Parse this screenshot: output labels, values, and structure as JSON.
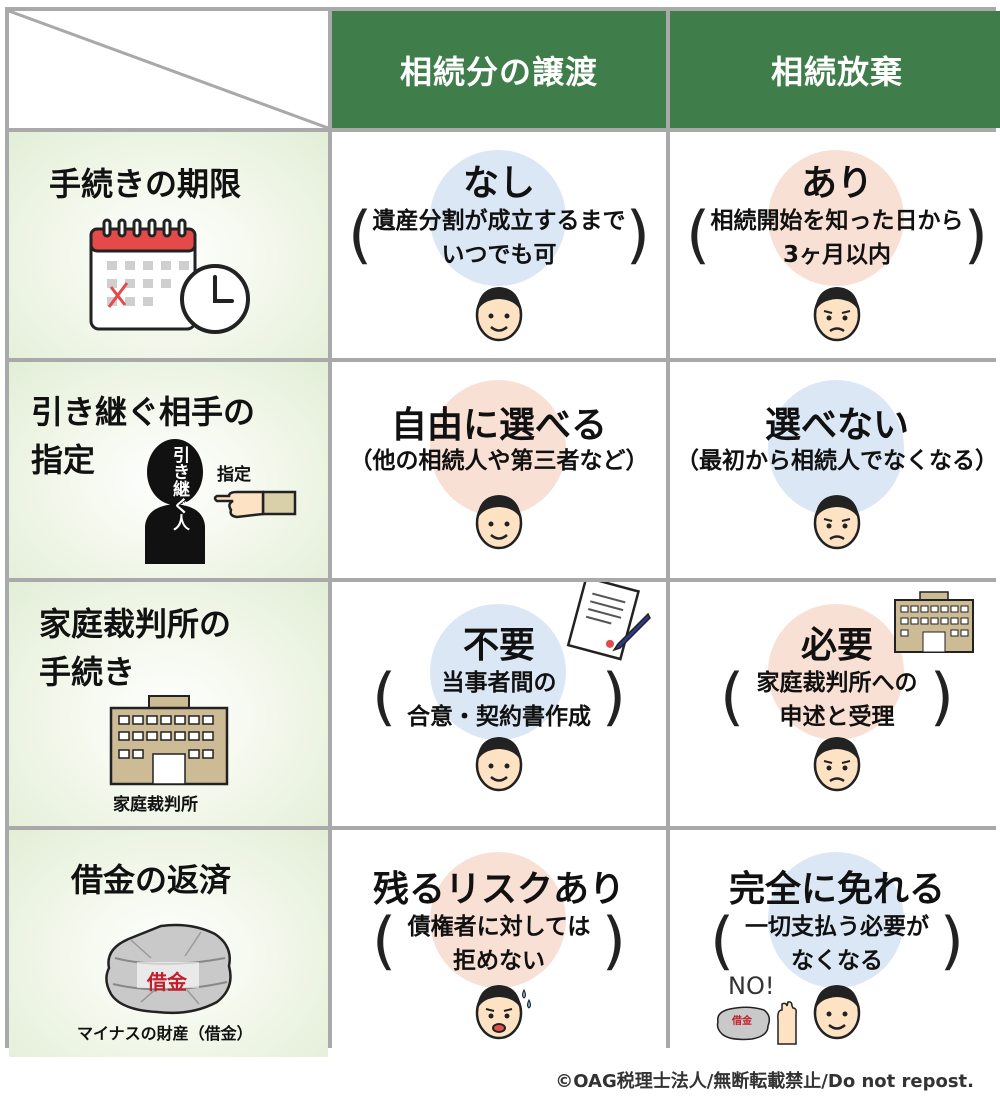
{
  "header": {
    "col1": "相続分の譲渡",
    "col2": "相続放棄"
  },
  "rows": [
    {
      "title": "手続きの期限",
      "left": {
        "big": "なし",
        "sub1": "遺産分割が成立するまで",
        "sub2": "いつでも可"
      },
      "right": {
        "big": "あり",
        "sub1": "相続開始を知った日から",
        "sub2": "3ヶ月以内"
      }
    },
    {
      "title1": "引き継ぐ相手の",
      "title2": "指定",
      "person_label": "引き継ぐ人",
      "pointer_label": "指定",
      "left": {
        "big": "自由に選べる",
        "sub1": "（他の相続人や第三者など）"
      },
      "right": {
        "big": "選べない",
        "sub1": "（最初から相続人でなくなる）"
      }
    },
    {
      "title1": "家庭裁判所の",
      "title2": "手続き",
      "caption": "家庭裁判所",
      "left": {
        "big": "不要",
        "sub1": "当事者間の",
        "sub2": "合意・契約書作成"
      },
      "right": {
        "big": "必要",
        "sub1": "家庭裁判所への",
        "sub2": "申述と受理"
      }
    },
    {
      "title": "借金の返済",
      "rock_label": "借金",
      "caption": "マイナスの財産（借金）",
      "left": {
        "big": "残るリスクあり",
        "sub1": "債権者に対しては",
        "sub2": "拒めない"
      },
      "right": {
        "big": "完全に免れる",
        "sub1": "一切支払う必要が",
        "sub2": "なくなる",
        "no_label": "NO!",
        "small_rock_label": "借金"
      }
    }
  ],
  "footer": "©OAG税理士法人/無断転載禁止/Do not repost.",
  "colors": {
    "header_green": "#3f7d4a",
    "circle_blue": "#dbe7f5",
    "circle_pink": "#f9e0d4",
    "rowhead_green": "#e2eed6",
    "border_gray": "#a9a9a9"
  }
}
